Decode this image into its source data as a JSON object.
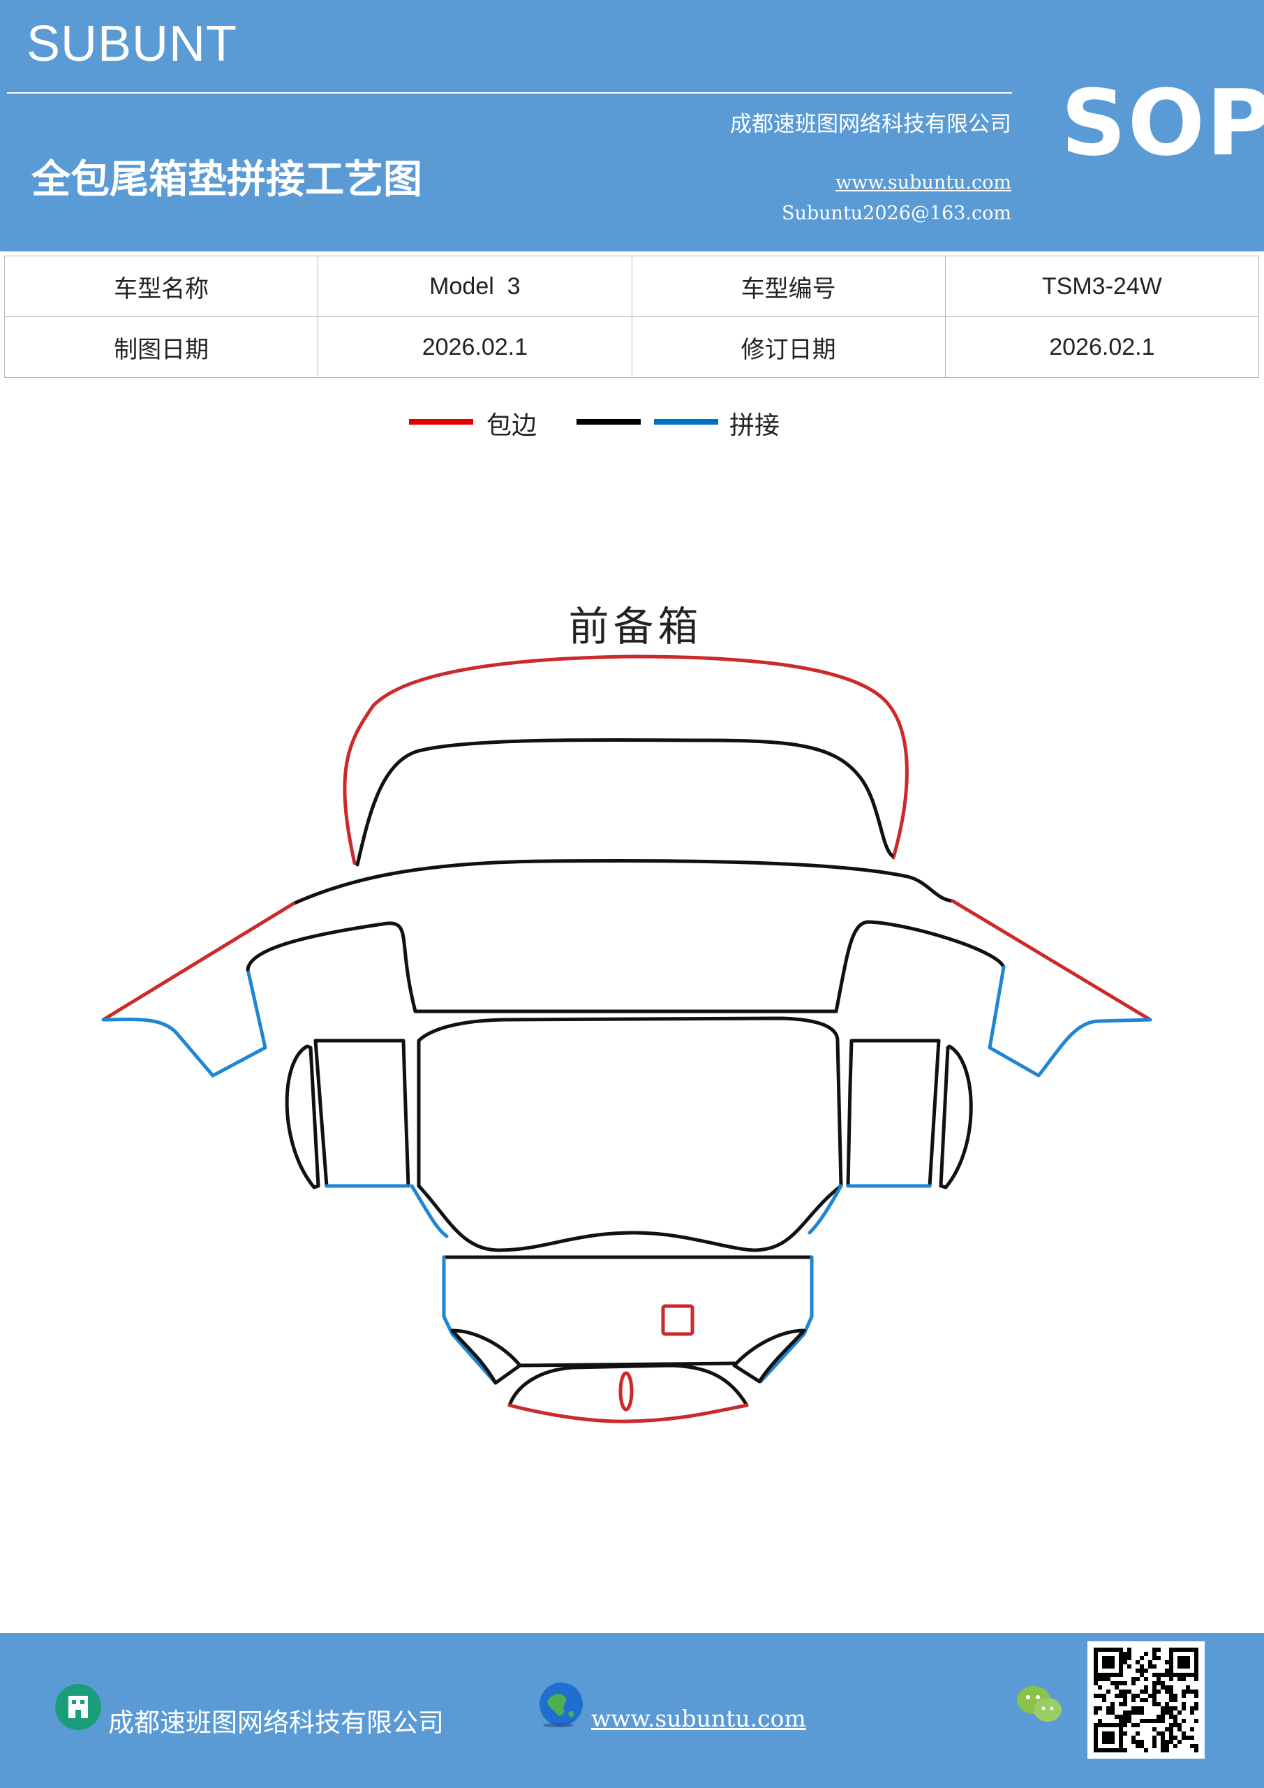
{
  "header": {
    "brand": "SUBUNT",
    "title": "全包尾箱垫拼接工艺图",
    "company": "成都速班图网络科技有限公司",
    "website": "www.subuntu.com",
    "email": "Subuntu2026@163.com",
    "badge": "SOP",
    "background_color": "#5b9bd5"
  },
  "info_table": {
    "rows": [
      [
        "车型名称",
        "Model  3",
        "车型编号",
        "TSM3-24W"
      ],
      [
        "制图日期",
        "2026.02.1",
        "修订日期",
        "2026.02.1"
      ]
    ]
  },
  "legend": {
    "items": [
      {
        "label": "包边",
        "color": "#e00000"
      },
      {
        "label": "",
        "color": "#000000"
      },
      {
        "label": "拼接",
        "color": "#0070c0"
      }
    ]
  },
  "diagram": {
    "title": "前备箱",
    "colors": {
      "edge_binding": "#cc2a2a",
      "outline": "#111111",
      "seam": "#1f86d4"
    }
  },
  "footer": {
    "company": "成都速班图网络科技有限公司",
    "website": "www.subuntu.com",
    "icons": [
      "company-icon",
      "globe-icon",
      "wechat-icon",
      "qr-code"
    ]
  }
}
